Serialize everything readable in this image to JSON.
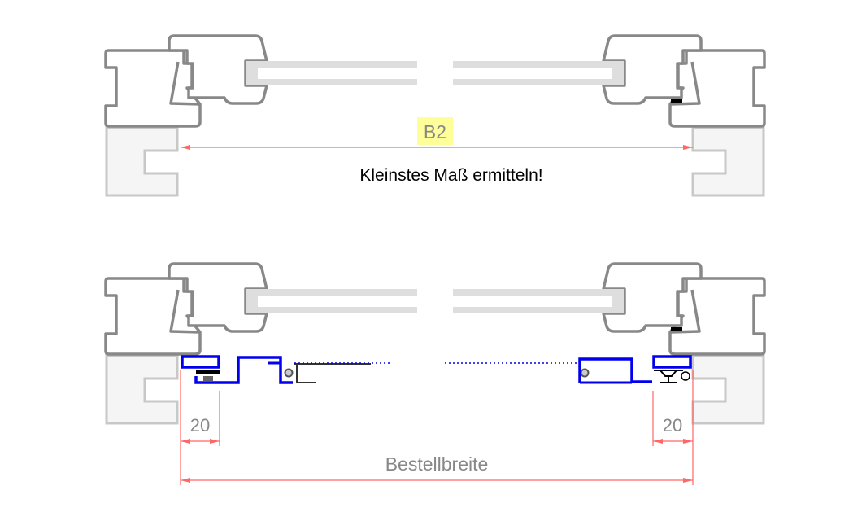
{
  "top_section": {
    "dimension_label": "B2",
    "note": "Kleinstes Maß ermitteln!"
  },
  "bottom_section": {
    "left_offset": "20",
    "right_offset": "20",
    "order_width_label": "Bestellbreite"
  },
  "colors": {
    "profile_outline": "#888888",
    "wall": "#c8c8c8",
    "dimension": "#ff6666",
    "rail_profile": "#0000ee",
    "highlight": "#ffff99"
  }
}
